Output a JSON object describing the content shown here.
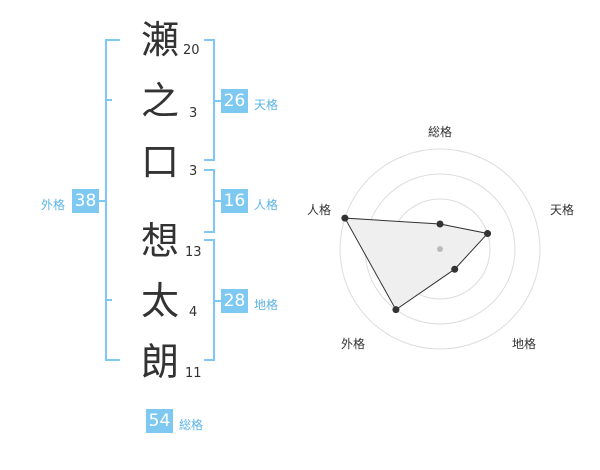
{
  "name_chars": [
    {
      "char": "瀬",
      "strokes": "20"
    },
    {
      "char": "之",
      "strokes": "3"
    },
    {
      "char": "口",
      "strokes": "3"
    },
    {
      "char": "想",
      "strokes": "13"
    },
    {
      "char": "太",
      "strokes": "4"
    },
    {
      "char": "朗",
      "strokes": "11"
    }
  ],
  "fortunes": {
    "tenkaku": {
      "value": "26",
      "label": "天格"
    },
    "jinkaku": {
      "value": "16",
      "label": "人格"
    },
    "chikaku": {
      "value": "28",
      "label": "地格"
    },
    "gaikaku": {
      "value": "38",
      "label": "外格"
    },
    "soukaku": {
      "value": "54",
      "label": "総格"
    }
  },
  "radar": {
    "axes": [
      "総格",
      "天格",
      "地格",
      "外格",
      "人格"
    ],
    "values": [
      1,
      2,
      1,
      3,
      4
    ],
    "max": 4,
    "colors": {
      "fill": "#efefef",
      "line": "#333333",
      "grid": "#dddddd",
      "bracket": "#7ec9f2"
    }
  }
}
